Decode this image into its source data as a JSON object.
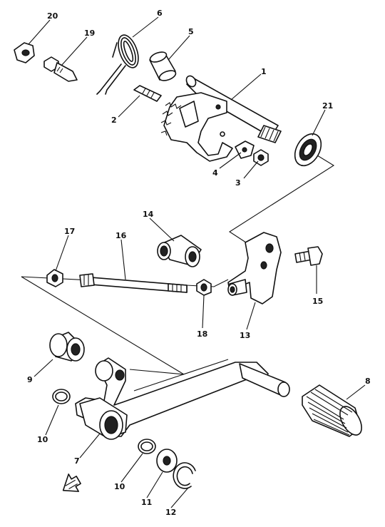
{
  "diagram": {
    "callouts": [
      {
        "id": "p1",
        "label": "1"
      },
      {
        "id": "p2",
        "label": "2"
      },
      {
        "id": "p3",
        "label": "3"
      },
      {
        "id": "p4",
        "label": "4"
      },
      {
        "id": "p5",
        "label": "5"
      },
      {
        "id": "p6",
        "label": "6"
      },
      {
        "id": "p7",
        "label": "7"
      },
      {
        "id": "p8",
        "label": "8"
      },
      {
        "id": "p9",
        "label": "9"
      },
      {
        "id": "p10a",
        "label": "10"
      },
      {
        "id": "p10b",
        "label": "10"
      },
      {
        "id": "p11",
        "label": "11"
      },
      {
        "id": "p12",
        "label": "12"
      },
      {
        "id": "p13",
        "label": "13"
      },
      {
        "id": "p14",
        "label": "14"
      },
      {
        "id": "p15",
        "label": "15"
      },
      {
        "id": "p16",
        "label": "16"
      },
      {
        "id": "p17",
        "label": "17"
      },
      {
        "id": "p18",
        "label": "18"
      },
      {
        "id": "p19",
        "label": "19"
      },
      {
        "id": "p20",
        "label": "20"
      },
      {
        "id": "p21",
        "label": "21"
      }
    ]
  }
}
